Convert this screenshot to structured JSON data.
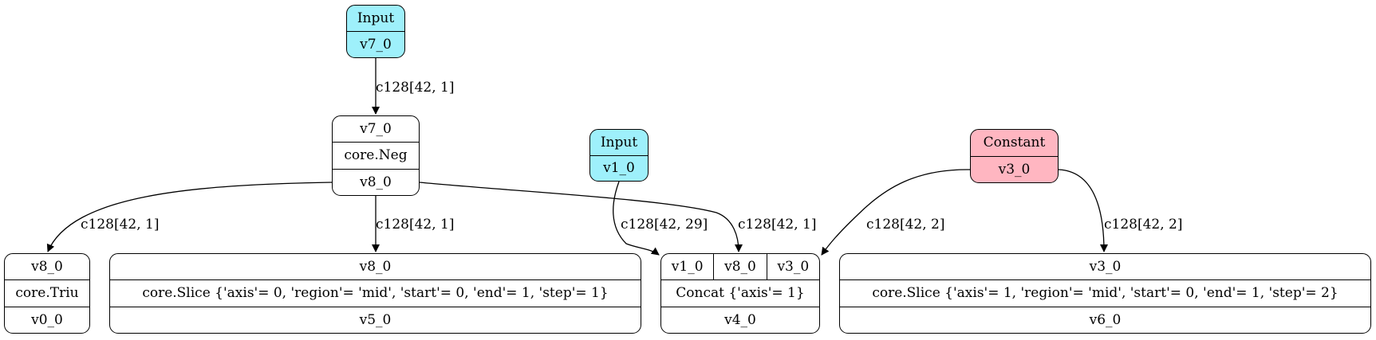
{
  "nodes": {
    "input_v7": {
      "title": "Input",
      "value": "v7_0",
      "fill": "#9ef0fb"
    },
    "neg": {
      "in": "v7_0",
      "op": "core.Neg",
      "out": "v8_0"
    },
    "input_v1": {
      "title": "Input",
      "value": "v1_0",
      "fill": "#9ef0fb"
    },
    "constant_v3": {
      "title": "Constant",
      "value": "v3_0",
      "fill": "#ffb6c1"
    },
    "triu": {
      "in": "v8_0",
      "op": "core.Triu",
      "out": "v0_0"
    },
    "slice_a": {
      "in": "v8_0",
      "op": "core.Slice {'axis'= 0, 'region'= 'mid', 'start'= 0, 'end'= 1, 'step'= 1}",
      "out": "v5_0"
    },
    "concat": {
      "in_ports": [
        "v1_0",
        "v8_0",
        "v3_0"
      ],
      "op": "Concat {'axis'= 1}",
      "out": "v4_0"
    },
    "slice_b": {
      "in": "v3_0",
      "op": "core.Slice {'axis'= 1, 'region'= 'mid', 'start'= 0, 'end'= 1, 'step'= 2}",
      "out": "v6_0"
    }
  },
  "edges": [
    {
      "from": "input_v7",
      "to": "neg",
      "label": "c128[42, 1]"
    },
    {
      "from": "neg",
      "to": "triu",
      "label": "c128[42, 1]"
    },
    {
      "from": "neg",
      "to": "slice_a",
      "label": "c128[42, 1]"
    },
    {
      "from": "input_v1",
      "to": "concat",
      "label": "c128[42, 29]"
    },
    {
      "from": "neg",
      "to": "concat",
      "label": "c128[42, 1]"
    },
    {
      "from": "constant_v3",
      "to": "concat",
      "label": "c128[42, 2]"
    },
    {
      "from": "constant_v3",
      "to": "slice_b",
      "label": "c128[42, 2]"
    }
  ]
}
